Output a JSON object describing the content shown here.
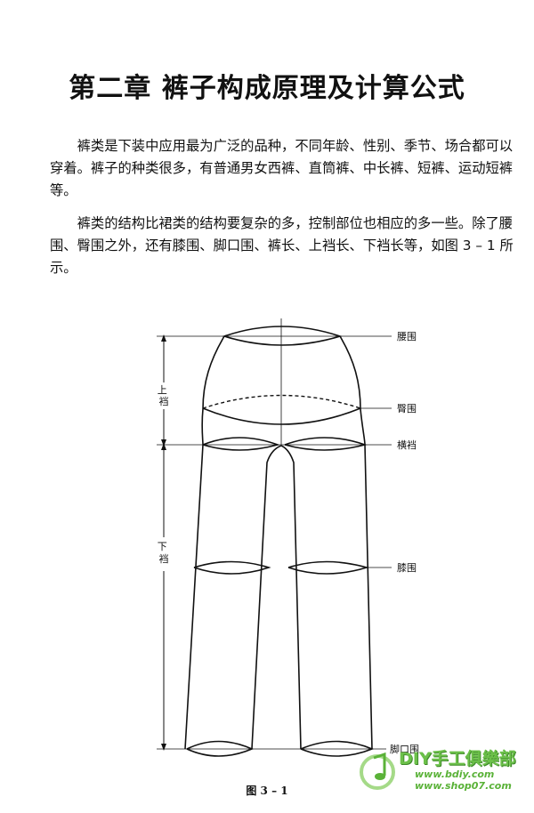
{
  "chapter_title": "第二章  裤子构成原理及计算公式",
  "paragraphs": [
    "裤类是下装中应用最为广泛的品种，不同年龄、性别、季节、场合都可以穿着。裤子的种类很多，有普通男女西裤、直筒裤、中长裤、短裤、运动短裤等。",
    "裤类的结构比裙类的结构要复杂的多，控制部位也相应的多一些。除了腰围、臀围之外，还有膝围、脚口围、裤长、上裆长、下裆长等，如图 3 – 1 所示。"
  ],
  "figure": {
    "labels": {
      "waist": "腰围",
      "hip": "臀围",
      "crotch": "横裆",
      "knee": "膝围",
      "hem": "脚口围"
    },
    "side_labels": {
      "upper_rise": "上裆",
      "inseam": "下裆"
    },
    "caption": "图 3 – 1"
  },
  "watermark": {
    "brand": "DIY手工俱樂部",
    "urls": [
      "www.bdiy.com",
      "www.shop07.com"
    ],
    "accent_color": "#6cc04a"
  }
}
